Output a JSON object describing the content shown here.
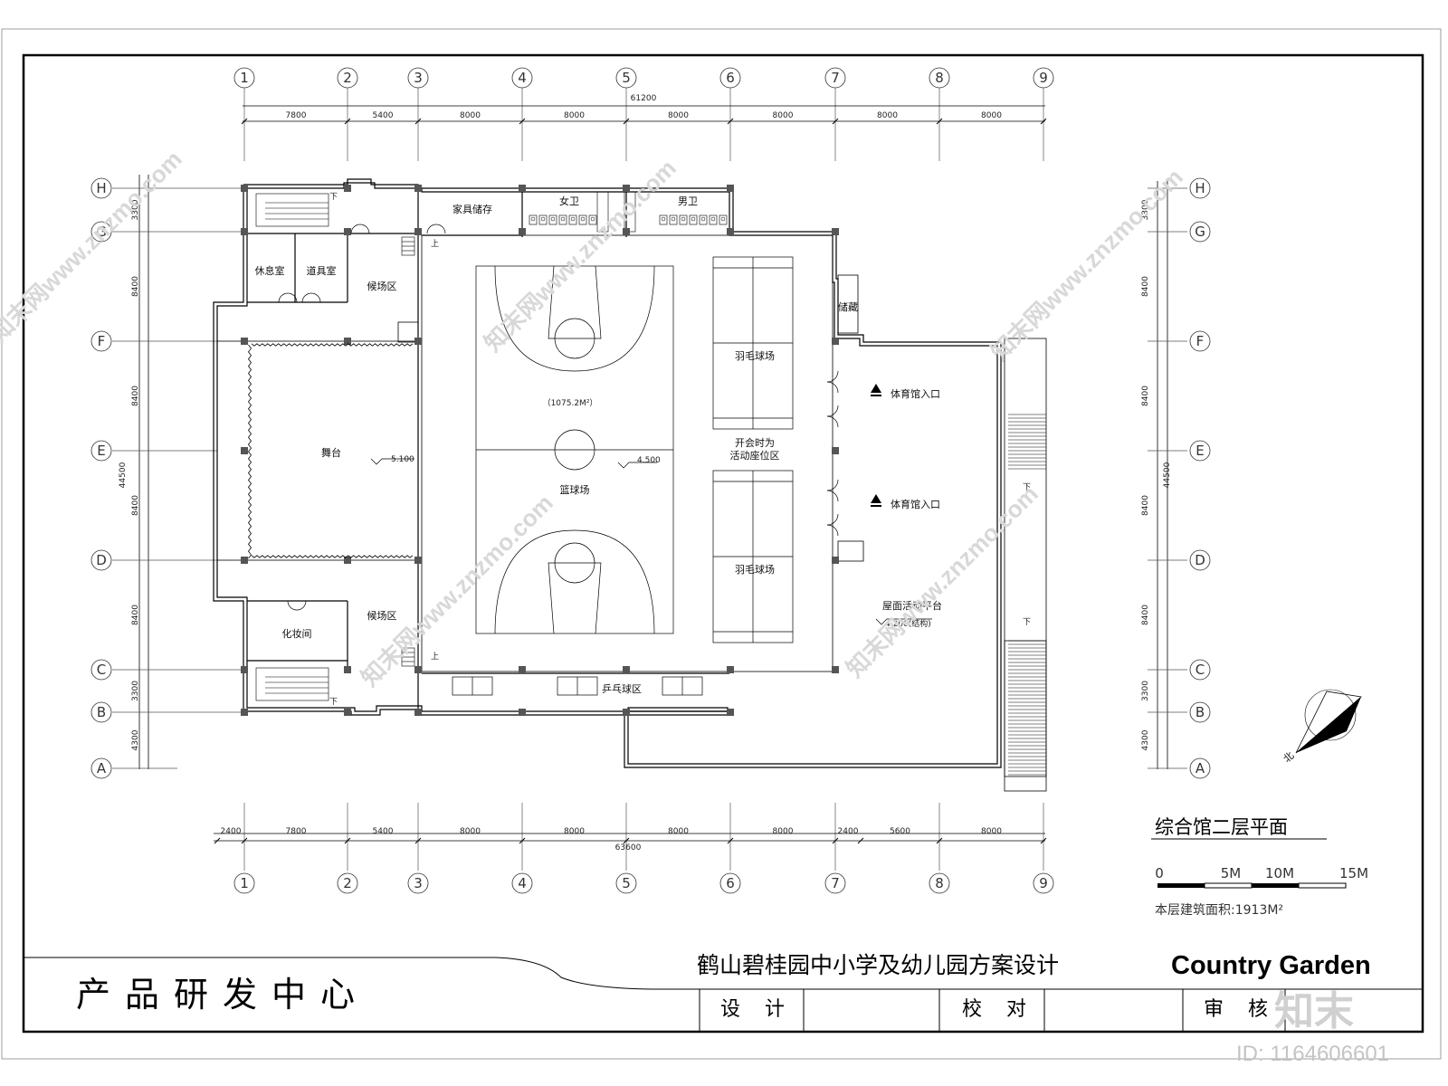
{
  "drawing": {
    "org_title": "产品研发中心",
    "project_title": "鹤山碧桂园中小学及幼儿园方案设计",
    "brand": "Country Garden",
    "sign_design": "设 计",
    "sign_check": "校 对",
    "sign_review": "审 核",
    "plan_title": "综合馆二层平面",
    "north_label": "北",
    "floor_area": "本层建筑面积:1913M²",
    "scale_labels": [
      "0",
      "5M",
      "10M",
      "15M"
    ]
  },
  "axes": {
    "columns": [
      "1",
      "2",
      "3",
      "4",
      "5",
      "6",
      "7",
      "8",
      "9"
    ],
    "rows": [
      "H",
      "G",
      "F",
      "E",
      "D",
      "C",
      "B",
      "A"
    ]
  },
  "dimensions": {
    "top_total": "61200",
    "top_segments": [
      "7800",
      "5400",
      "8000",
      "8000",
      "8000",
      "8000",
      "8000",
      "8000"
    ],
    "bottom_total": "63600",
    "bottom_segments": [
      "2400",
      "7800",
      "5400",
      "8000",
      "8000",
      "8000",
      "8000",
      "2400",
      "5600",
      "8000"
    ],
    "side_total": "44500",
    "side_segments": [
      "3300",
      "8400",
      "8400",
      "8400",
      "8400",
      "3300",
      "4300"
    ]
  },
  "rooms": {
    "furniture_storage": "家具储存",
    "female_wc": "女卫",
    "male_wc": "男卫",
    "rest_room": "休息室",
    "prop_room": "道具室",
    "waiting_top": "候场区",
    "stage": "舞台",
    "stage_level": "5.100",
    "court_area": "（1075.2M²）",
    "court_level": "4.500",
    "basketball": "篮球场",
    "badminton_top": "羽毛球场",
    "meeting_seats": "开会时为\n活动座位区",
    "badminton_bottom": "羽毛球场",
    "storage": "储藏",
    "gym_entrance_1": "体育馆入口",
    "gym_entrance_2": "体育馆入口",
    "roof_platform": "屋面活动平台",
    "roof_level": "4.200(结构)",
    "makeup_room": "化妆间",
    "waiting_bottom": "候场区",
    "table_tennis": "乒乓球区",
    "up_1": "上",
    "up_2": "上",
    "down_1": "下",
    "down_2": "下",
    "down_3": "下",
    "down_4": "下"
  },
  "watermark": {
    "text": "知末网www.znzmo.com",
    "logo": "知末",
    "id": "ID: 1164606601"
  }
}
